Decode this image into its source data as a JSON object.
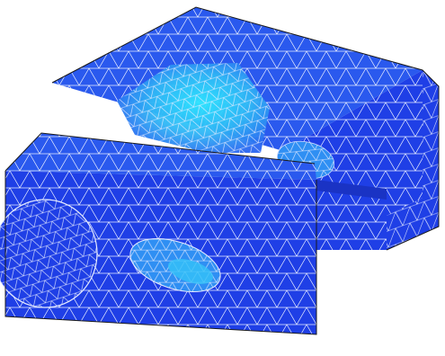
{
  "scene": {
    "background": "#ffffff",
    "colors": {
      "base_blue": "#1f3fe6",
      "mid_blue": "#2a66f0",
      "light_blue": "#2fa8f5",
      "cyan_highlight": "#2ee8ff",
      "mesh_lines": "#e6ecff",
      "outline": "#1a1a1a"
    },
    "parts": [
      {
        "name": "upper-block-top-face",
        "shade": "mid_blue"
      },
      {
        "name": "upper-block-front-face",
        "shade": "base_blue"
      },
      {
        "name": "upper-block-right-face",
        "shade": "base_blue"
      },
      {
        "name": "lower-block-top-face",
        "shade": "mid_blue"
      },
      {
        "name": "lower-block-front-face",
        "shade": "base_blue"
      },
      {
        "name": "lower-block-right-face",
        "shade": "base_blue"
      },
      {
        "name": "stress-concentration-region",
        "shade": "cyan_highlight"
      },
      {
        "name": "bore-hole-left",
        "shade": "base_blue"
      },
      {
        "name": "bore-hole-center",
        "shade": "light_blue"
      },
      {
        "name": "bore-hole-upper-right",
        "shade": "light_blue"
      }
    ]
  }
}
